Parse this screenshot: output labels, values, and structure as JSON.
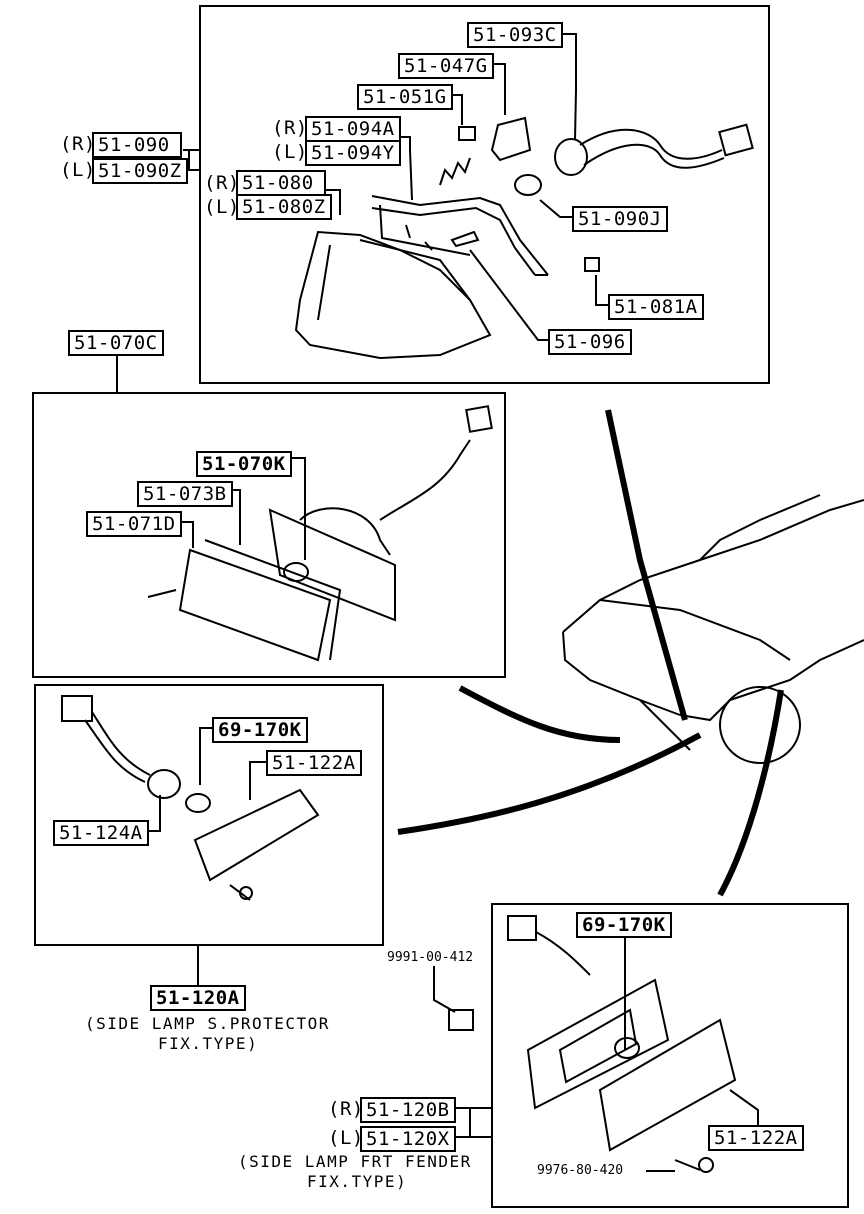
{
  "labels": {
    "p51_093C": "51-093C",
    "p51_047G": "51-047G",
    "p51_051G": "51-051G",
    "side_R1": "(R)",
    "p51_094A": "51-094A",
    "side_L1": "(L)",
    "p51_094Y": "51-094Y",
    "side_R2": "(R)",
    "p51_090": "51-090",
    "side_L2": "(L)",
    "p51_090Z": "51-090Z",
    "side_R3": "(R)",
    "p51_080": "51-080",
    "side_L3": "(L)",
    "p51_080Z": "51-080Z",
    "p51_090J": "51-090J",
    "p51_081A": "51-081A",
    "p51_096": "51-096",
    "p51_070C": "51-070C",
    "p51_070K": "51-070K",
    "p51_073B": "51-073B",
    "p51_071D": "51-071D",
    "p69_170K_a": "69-170K",
    "p51_122A_a": "51-122A",
    "p51_124A": "51-124A",
    "p51_120A": "51-120A",
    "cap_120A_1": "(SIDE LAMP S.PROTECTOR",
    "cap_120A_2": "FIX.TYPE)",
    "p9991": "9991-00-412",
    "p69_170K_b": "69-170K",
    "side_R4": "(R)",
    "p51_120B": "51-120B",
    "side_L4": "(L)",
    "p51_120X": "51-120X",
    "p51_122A_b": "51-122A",
    "cap_120B_1": "(SIDE LAMP FRT FENDER",
    "cap_120B_2": "FIX.TYPE)",
    "p9976": "9976-80-420"
  }
}
